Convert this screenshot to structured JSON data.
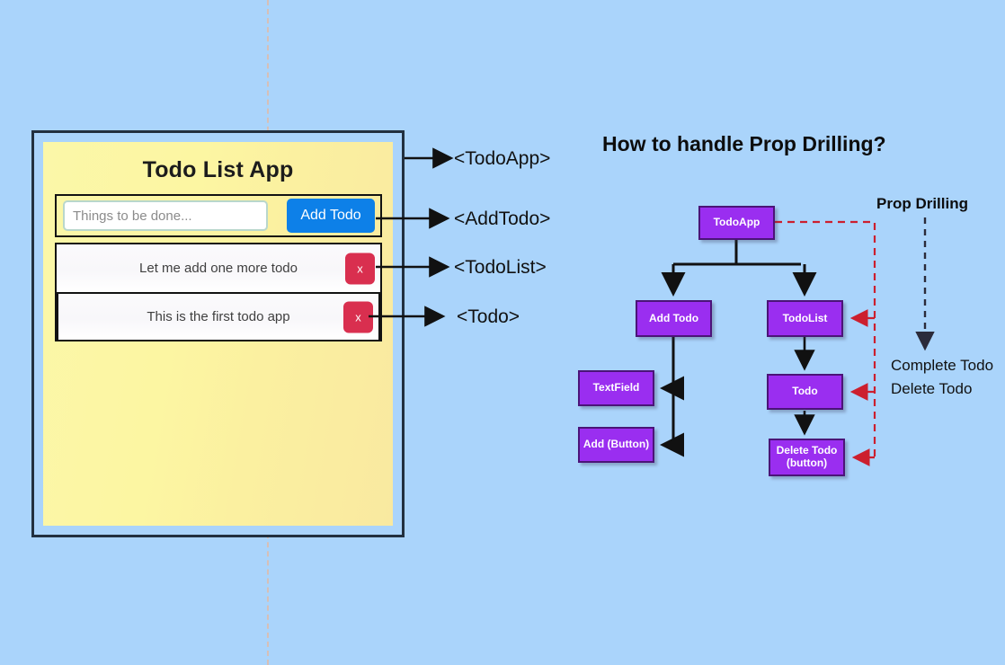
{
  "canvas": {
    "background_color": "#aad4fb",
    "guide_line_color": "#e6b9a0"
  },
  "app_mock": {
    "title": "Todo List App",
    "add_todo": {
      "input_placeholder": "Things to be done...",
      "input_value": "",
      "button_label": "Add Todo",
      "button_color": "#0d80e8"
    },
    "todo_list": {
      "items": [
        {
          "text": "Let me add one more todo",
          "delete_label": "x"
        },
        {
          "text": "This is the first todo app",
          "delete_label": "x"
        }
      ],
      "delete_button_color": "#d92f4f"
    },
    "panel_color": "#fbf4a3",
    "frame_color": "#22303f"
  },
  "callouts": [
    {
      "label": "<TodoApp>"
    },
    {
      "label": "<AddTodo>"
    },
    {
      "label": "<TodoList>"
    },
    {
      "label": "<Todo>"
    }
  ],
  "diagram": {
    "title": "How to handle Prop Drilling?",
    "node_color": "#9a2ef0",
    "node_border_color": "#4b1478",
    "prop_drilling_label": "Prop Drilling",
    "prop_drilling_arrow_color": "#2b2b3a",
    "prop_line_color": "#cc1f2e",
    "nodes": [
      {
        "id": "todoapp",
        "label": "TodoApp"
      },
      {
        "id": "addtodo",
        "label": "Add Todo"
      },
      {
        "id": "todolist",
        "label": "TodoList"
      },
      {
        "id": "textfield",
        "label": "TextField"
      },
      {
        "id": "addbutton",
        "label": "Add (Button)"
      },
      {
        "id": "todo",
        "label": "Todo"
      },
      {
        "id": "deletetodo",
        "label": "Delete Todo\n(button)"
      },
      {
        "id": "deletetodo_line1",
        "label": "Delete Todo"
      },
      {
        "id": "deletetodo_line2",
        "label": "(button)"
      }
    ],
    "side_texts": [
      {
        "label": "Complete Todo"
      },
      {
        "label": "Delete Todo"
      }
    ]
  }
}
